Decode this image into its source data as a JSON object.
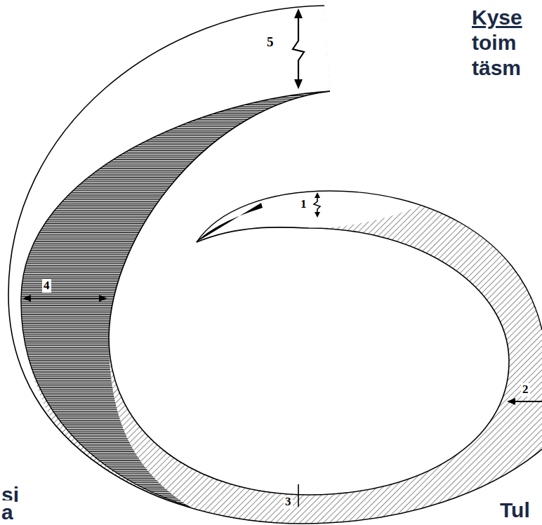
{
  "diagram": {
    "labels": [
      "Kyse",
      "toim",
      "täsm",
      "5",
      "1",
      "2",
      "4",
      "3",
      "si",
      "a",
      "Tul"
    ]
  }
}
